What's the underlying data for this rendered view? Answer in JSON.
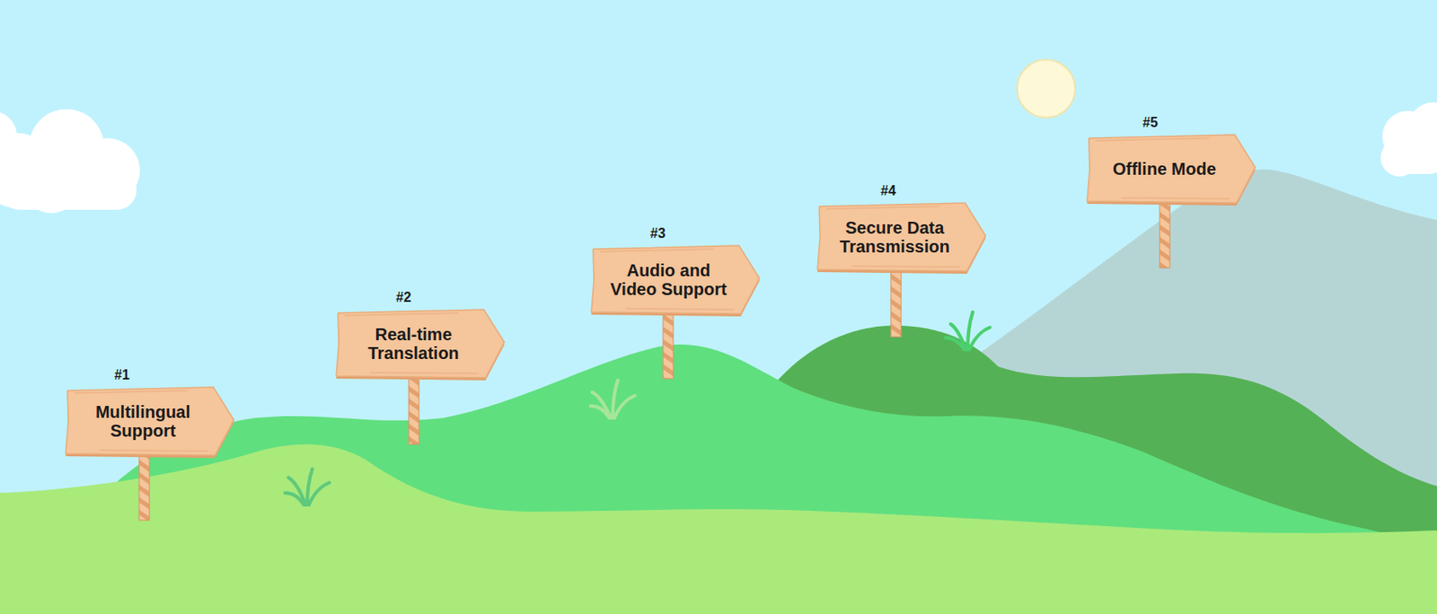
{
  "diagram": {
    "nodes": [
      {
        "text": [
          "#1",
          "Multilingual Support"
        ]
      },
      {
        "text": [
          "#2",
          "Real-time Translation"
        ]
      },
      {
        "text": [
          "#3",
          "Audio and Video Support"
        ]
      },
      {
        "text": [
          "#4",
          "Secure Data Transmission"
        ]
      },
      {
        "text": [
          "#5",
          "Offline Mode"
        ]
      }
    ]
  }
}
